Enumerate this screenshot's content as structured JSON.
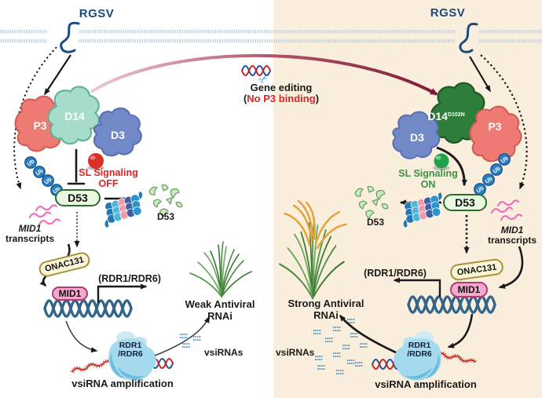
{
  "icons": {
    "scissors": "✂"
  },
  "left": {
    "virus": "RGSV",
    "p3": "P3",
    "d14": "D14",
    "d3": "D3",
    "ub": "Ub",
    "sl_line1": "SL Signaling",
    "sl_line2": "OFF",
    "d53": "D53",
    "d53_degraded": "D53",
    "transcripts_line1": "MID1",
    "transcripts_line2": "transcripts",
    "onac": "ONAC131",
    "mid1": "MID1",
    "rdr_paren": "(RDR1/RDR6)",
    "outcome": "Weak Antiviral RNAi",
    "rdr1": "RDR1",
    "rdr6": "/RDR6",
    "vsirnas": "vsiRNAs",
    "amplification": "vsiRNA amplification"
  },
  "center": {
    "gene_editing": "Gene editing",
    "paren_open": "(",
    "no_p3_binding": "No P3 binding",
    "paren_close": ")"
  },
  "right": {
    "virus": "RGSV",
    "d14": "D14",
    "d14_sup": "D102N",
    "d3": "D3",
    "p3": "P3",
    "ub": "Ub",
    "sl_line1": "SL Signaling",
    "sl_line2": "ON",
    "d53": "D53",
    "d53_degraded": "D53",
    "transcripts_line1": "MID1",
    "transcripts_line2": "transcripts",
    "onac": "ONAC131",
    "mid1": "MID1",
    "rdr_paren": "(RDR1/RDR6)",
    "outcome": "Strong Antiviral RNAi",
    "rdr1": "RDR1",
    "rdr6": "/RDR6",
    "vsirnas": "vsiRNAs",
    "amplification": "vsiRNA amplification"
  },
  "colors": {
    "accent_red": "#e02222",
    "accent_green": "#3c9144",
    "virus_blue": "#1b4a7e",
    "maroon": "#8c1f3f",
    "panel_right_bg": "#faeedd"
  }
}
